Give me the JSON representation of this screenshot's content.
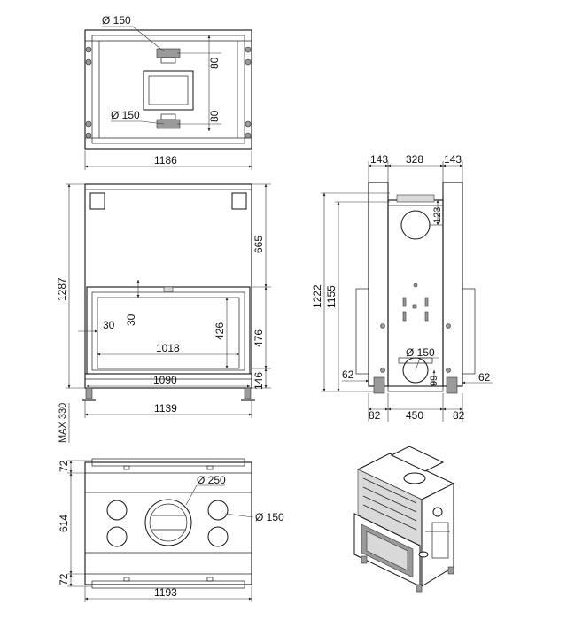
{
  "top_view": {
    "pipe_top": "Ø 150",
    "pipe_bottom": "Ø 150",
    "offset_top": "80",
    "offset_bottom": "80",
    "width": "1186"
  },
  "front_view": {
    "height_total": "1287",
    "upper_height": "665",
    "lower_height": "476",
    "base_height": "146",
    "glass_inset_top": "30",
    "glass_inset_side": "30",
    "glass_height": "426",
    "glass_width": "1018",
    "opening_width": "1090",
    "base_width": "1139",
    "max_leg": "MAX 330"
  },
  "side_view": {
    "width_left": "143",
    "width_center": "328",
    "width_right": "143",
    "height_outer": "1222",
    "height_inner": "1155",
    "top_offset": "123",
    "pipe": "Ø 150",
    "pipe_offset": "99",
    "side_left": "62",
    "side_right": "62",
    "foot_left": "82",
    "foot_center": "450",
    "foot_right": "82"
  },
  "bottom_view": {
    "depth_top": "72",
    "depth_middle": "614",
    "depth_bottom": "72",
    "pipe_large": "Ø 250",
    "pipe_small": "Ø 150",
    "width": "1193"
  }
}
